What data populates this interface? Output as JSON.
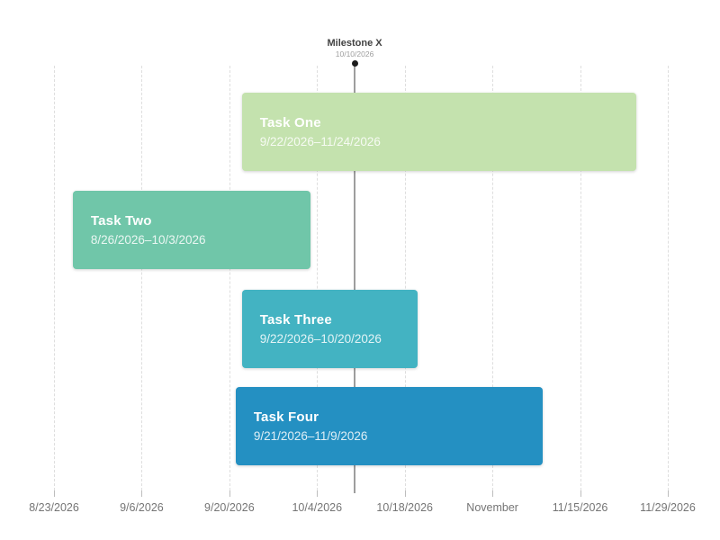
{
  "chart_data": {
    "type": "gantt",
    "axis": {
      "range": [
        "2026-08-23",
        "2026-11-29"
      ],
      "ticks": [
        {
          "date": "2026-08-23",
          "label": "8/23/2026"
        },
        {
          "date": "2026-09-06",
          "label": "9/6/2026"
        },
        {
          "date": "2026-09-20",
          "label": "9/20/2026"
        },
        {
          "date": "2026-10-04",
          "label": "10/4/2026"
        },
        {
          "date": "2026-10-18",
          "label": "10/18/2026"
        },
        {
          "date": "2026-11-01",
          "label": "November"
        },
        {
          "date": "2026-11-15",
          "label": "11/15/2026"
        },
        {
          "date": "2026-11-29",
          "label": "11/29/2026"
        }
      ]
    },
    "tasks": [
      {
        "name": "Task One",
        "start": "2026-09-22",
        "end": "2026-11-24",
        "date_label": "9/22/2026–11/24/2026",
        "color": "#c4e2ae"
      },
      {
        "name": "Task Two",
        "start": "2026-08-26",
        "end": "2026-10-03",
        "date_label": "8/26/2026–10/3/2026",
        "color": "#70c6a9"
      },
      {
        "name": "Task Three",
        "start": "2026-09-22",
        "end": "2026-10-20",
        "date_label": "9/22/2026–10/20/2026",
        "color": "#43b3c2"
      },
      {
        "name": "Task Four",
        "start": "2026-09-21",
        "end": "2026-11-09",
        "date_label": "9/21/2026–11/9/2026",
        "color": "#2490c2"
      }
    ],
    "milestone": {
      "name": "Milestone X",
      "date": "2026-10-10",
      "date_label": "10/10/2026"
    },
    "colors": {
      "background": "#ffffff",
      "gridline": "#dedede",
      "tick": "#bdbdbd",
      "axis_label": "#757575",
      "milestone_line": "#9e9e9e",
      "milestone_dot": "#1b1b1b",
      "milestone_title": "#424242",
      "milestone_date": "#9e9e9e",
      "bar_text": "#ffffff"
    }
  }
}
